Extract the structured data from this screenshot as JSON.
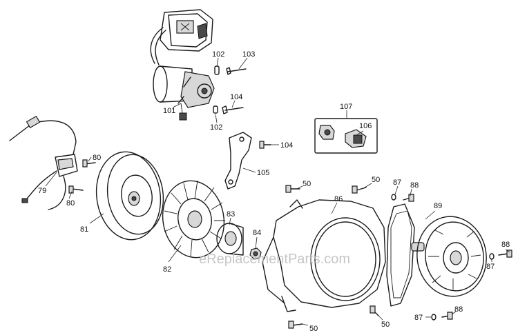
{
  "watermark": "eReplacementParts.com",
  "labels": {
    "l101": "101",
    "l102a": "102",
    "l103": "103",
    "l104a": "104",
    "l102b": "102",
    "l104b": "104",
    "l105": "105",
    "l107": "107",
    "l106": "106",
    "l80a": "80",
    "l79": "79",
    "l80b": "80",
    "l81": "81",
    "l82": "82",
    "l83": "83",
    "l84": "84",
    "l50a": "50",
    "l50b": "50",
    "l86": "86",
    "l87a": "87",
    "l88a": "88",
    "l89": "89",
    "l88b": "88",
    "l87b": "87",
    "l50c": "50",
    "l50d": "50",
    "l87c": "87",
    "l88c": "88"
  }
}
